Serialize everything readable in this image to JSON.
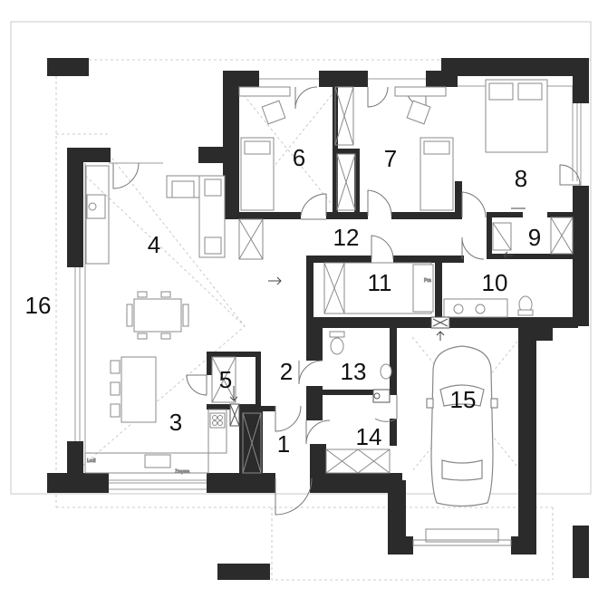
{
  "colors": {
    "wall": "#2b2b2b",
    "line": "#9a9a9a",
    "dash": "#b8b8b8",
    "furniture": "#8a8a8a",
    "background": "#ffffff"
  },
  "rooms": [
    {
      "id": "1",
      "label": "1"
    },
    {
      "id": "2",
      "label": "2"
    },
    {
      "id": "3",
      "label": "3"
    },
    {
      "id": "4",
      "label": "4"
    },
    {
      "id": "5",
      "label": "5"
    },
    {
      "id": "6",
      "label": "6"
    },
    {
      "id": "7",
      "label": "7"
    },
    {
      "id": "8",
      "label": "8"
    },
    {
      "id": "9",
      "label": "9"
    },
    {
      "id": "10",
      "label": "10"
    },
    {
      "id": "11",
      "label": "11"
    },
    {
      "id": "12",
      "label": "12"
    },
    {
      "id": "13",
      "label": "13"
    },
    {
      "id": "14",
      "label": "14"
    },
    {
      "id": "15",
      "label": "15"
    },
    {
      "id": "16",
      "label": "16"
    }
  ],
  "icons": [
    "car-icon",
    "bed-icon",
    "sofa-icon",
    "dining-table-icon",
    "bathtub-icon",
    "toilet-icon",
    "stove-icon",
    "boiler-icon"
  ]
}
